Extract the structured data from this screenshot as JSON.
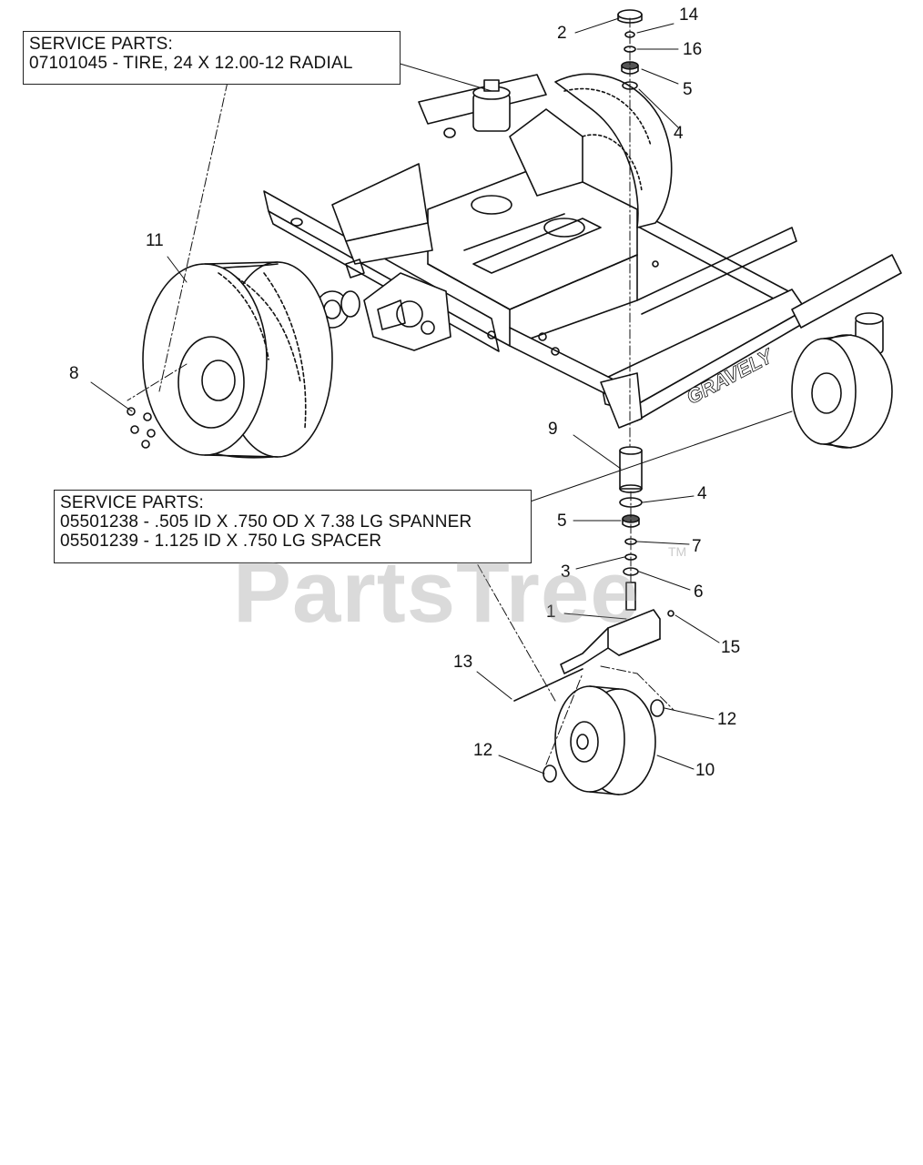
{
  "callouts": {
    "tire": {
      "title": "SERVICE PARTS:",
      "line1": "07101045 - TIRE, 24 X 12.00-12 RADIAL"
    },
    "caster": {
      "title": "SERVICE PARTS:",
      "line1": "05501238 - .505 ID X .750 OD X 7.38 LG SPANNER",
      "line2": "05501239 - 1.125 ID X .750 LG SPACER"
    }
  },
  "part_numbers": [
    "1",
    "2",
    "3",
    "4",
    "4",
    "5",
    "5",
    "6",
    "7",
    "8",
    "9",
    "10",
    "11",
    "12",
    "12",
    "13",
    "14",
    "15",
    "16"
  ],
  "watermark": {
    "text": "PartsTree",
    "tm": "TM"
  },
  "brand_decal": "GRAVELY"
}
